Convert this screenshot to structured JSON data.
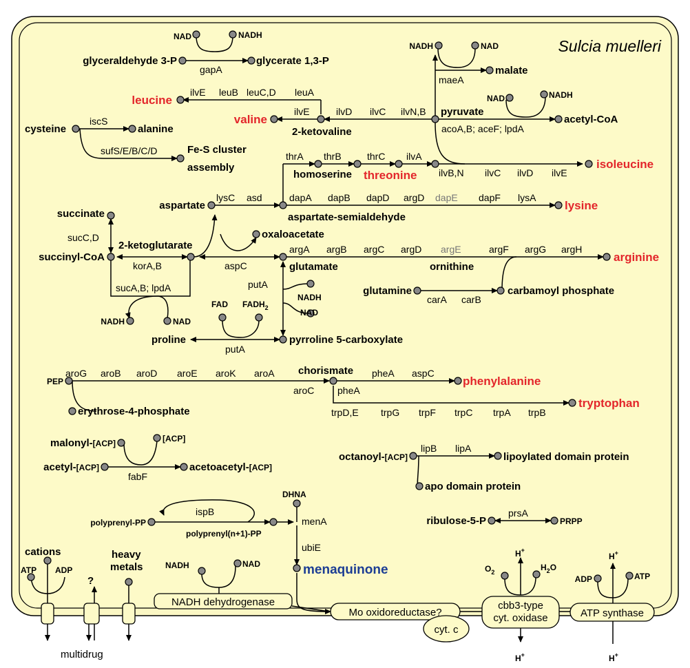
{
  "title": "Sulcia muelleri",
  "colors": {
    "background": "#fdfac8",
    "cell_outer": "#fbf7c4",
    "essential_aa": "#e3262b",
    "menaquinone": "#1c3d94",
    "missing_gene": "#777777"
  },
  "metabolites": {
    "nad_a": "NAD",
    "nadh_a": "NADH",
    "g3p": "glyceraldehyde 3-P",
    "g13p": "glycerate 1,3-P",
    "nadh_b": "NADH",
    "nad_b": "NAD",
    "malate": "malate",
    "nad_c": "NAD",
    "nadh_c": "NADH",
    "pyruvate": "pyruvate",
    "acetylcoa": "acetyl-CoA",
    "ketovaline": "2-ketovaline",
    "cysteine": "cysteine",
    "alanine": "alanine",
    "fes1": "Fe-S cluster",
    "fes2": "assembly",
    "homoserine": "homoserine",
    "aspartate": "aspartate",
    "asa": "aspartate-semialdehyde",
    "succinate": "succinate",
    "oxaloacetate": "oxaloacetate",
    "akg": "2-ketoglutarate",
    "succinylcoa": "succinyl-CoA",
    "glutamate": "glutamate",
    "ornithine": "ornithine",
    "glutamine": "glutamine",
    "carbamoyl": "carbamoyl phosphate",
    "nadh_d": "NADH",
    "nad_d": "NAD",
    "nadh_e": "NADH",
    "nad_e": "NAD",
    "fad": "FAD",
    "fadh2": "FADH",
    "proline": "proline",
    "p5c": "pyrroline 5-carboxylate",
    "pep": "PEP",
    "chorismate": "chorismate",
    "e4p": "erythrose-4-phosphate",
    "malonyl": "malonyl-",
    "acp1": "[ACP]",
    "acp2": "[ACP]",
    "acetyl": "acetyl-",
    "acp3": "[ACP]",
    "acetoacetyl": "acetoacetyl-",
    "acp4": "[ACP]",
    "octanoyl": "octanoyl-",
    "acp5": "[ACP]",
    "lipoylated": "lipoylated domain protein",
    "apo": "apo domain protein",
    "polyprenylpp": "polyprenyl-PP",
    "dhna": "DHNA",
    "polyprenyln1": "polyprenyl(n+1)-PP",
    "ribulose": "ribulose-5-P",
    "prpp": "PRPP",
    "nadh_f": "NADH",
    "nad_f": "NAD",
    "o2": "O",
    "hplus_a": "H",
    "h2o": "H",
    "adp_b": "ADP",
    "hplus_b": "H",
    "atp_b": "ATP",
    "hplus_c": "H",
    "hplus_d": "H",
    "atp_a": "ATP",
    "adp_a": "ADP",
    "cations": "cations",
    "question": "?",
    "heavy": "heavy",
    "metals": "metals",
    "multidrug": "multidrug"
  },
  "subscripts": {
    "fadh2": "2",
    "o2": "2",
    "h2o_2": "2",
    "h2o_o": "O",
    "plus": "+"
  },
  "essential_amino_acids": {
    "leucine": "leucine",
    "valine": "valine",
    "threonine": "threonine",
    "isoleucine": "isoleucine",
    "lysine": "lysine",
    "arginine": "arginine",
    "phenylalanine": "phenylalanine",
    "tryptophan": "tryptophan"
  },
  "menaquinone": "menaquinone",
  "enzymes": {
    "gapA": "gapA",
    "maeA": "maeA",
    "ilvE1": "ilvE",
    "leuB": "leuB",
    "leuCD": "leuC,D",
    "leuA": "leuA",
    "ilvE2": "ilvE",
    "ilvD1": "ilvD",
    "ilvC1": "ilvC",
    "ilvNB": "ilvN,B",
    "acoA": "acoA,B; aceF; lpdA",
    "iscS": "iscS",
    "suf": "sufS/E/B/C/D",
    "thrA": "thrA",
    "thrB": "thrB",
    "thrC": "thrC",
    "ilvA": "ilvA",
    "ilvBN": "ilvB,N",
    "ilvC2": "ilvC",
    "ilvD2": "ilvD",
    "ilvE3": "ilvE",
    "lysC": "lysC",
    "asd": "asd",
    "dapA": "dapA",
    "dapB": "dapB",
    "dapD": "dapD",
    "argD1": "argD",
    "dapE": "dapE",
    "dapF": "dapF",
    "lysA": "lysA",
    "sucCD": "sucC,D",
    "korAB": "korA,B",
    "aspC1": "aspC",
    "sucAB": "sucA,B; lpdA",
    "argA": "argA",
    "argB": "argB",
    "argC": "argC",
    "argD2": "argD",
    "argE": "argE",
    "argF": "argF",
    "argG": "argG",
    "argH": "argH",
    "putA1": "putA",
    "carA": "carA",
    "carB": "carB",
    "putA2": "putA",
    "aroG": "aroG",
    "aroB": "aroB",
    "aroD": "aroD",
    "aroE": "aroE",
    "aroK": "aroK",
    "aroA": "aroA",
    "aroC": "aroC",
    "pheA1": "pheA",
    "aspC2": "aspC",
    "pheA2": "pheA",
    "trpDE": "trpD,E",
    "trpG": "trpG",
    "trpF": "trpF",
    "trpC": "trpC",
    "trpA": "trpA",
    "trpB": "trpB",
    "fabF": "fabF",
    "lipB": "lipB",
    "lipA": "lipA",
    "ispB": "ispB",
    "menA": "menA",
    "ubiE": "ubiE",
    "prsA": "prsA"
  },
  "complexes": {
    "nadh_dehydrogenase": "NADH dehydrogenase",
    "mo_oxidoreductase": "Mo oxidoreductase?",
    "cbb3_line1": "cbb3-type",
    "cbb3_line2": "cyt. oxidase",
    "cytc": "cyt. c",
    "atp_synthase": "ATP synthase"
  }
}
